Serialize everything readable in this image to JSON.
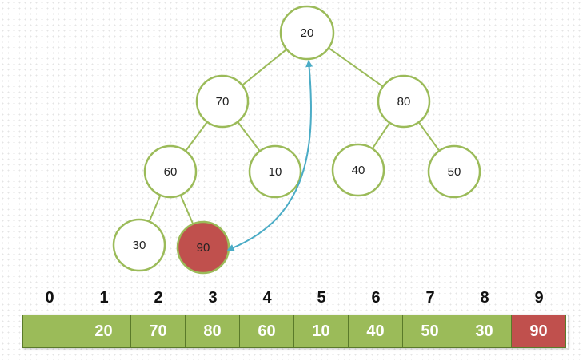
{
  "colors": {
    "node_border": "#9bbb59",
    "node_fill": "#ffffff",
    "highlight_fill": "#c0504d",
    "highlight_border": "#9bbb59",
    "edge": "#9bbb59",
    "arrow": "#4bacc6",
    "cell_fill": "#9bbb59",
    "cell_highlight": "#c0504d"
  },
  "tree": {
    "nodes": [
      {
        "id": "n20",
        "label": "20",
        "highlight": false
      },
      {
        "id": "n70",
        "label": "70",
        "highlight": false
      },
      {
        "id": "n80",
        "label": "80",
        "highlight": false
      },
      {
        "id": "n60",
        "label": "60",
        "highlight": false
      },
      {
        "id": "n10",
        "label": "10",
        "highlight": false
      },
      {
        "id": "n40",
        "label": "40",
        "highlight": false
      },
      {
        "id": "n50",
        "label": "50",
        "highlight": false
      },
      {
        "id": "n30",
        "label": "30",
        "highlight": false
      },
      {
        "id": "n90",
        "label": "90",
        "highlight": true
      }
    ],
    "edges": [
      [
        "n20",
        "n70"
      ],
      [
        "n20",
        "n80"
      ],
      [
        "n70",
        "n60"
      ],
      [
        "n70",
        "n10"
      ],
      [
        "n80",
        "n40"
      ],
      [
        "n80",
        "n50"
      ],
      [
        "n60",
        "n30"
      ],
      [
        "n60",
        "n90"
      ]
    ],
    "swap_arrow": [
      "n90",
      "n20"
    ]
  },
  "array": {
    "indices": [
      "0",
      "1",
      "2",
      "3",
      "4",
      "5",
      "6",
      "7",
      "8",
      "9"
    ],
    "cells": [
      {
        "value": "",
        "highlight": false
      },
      {
        "value": "20",
        "highlight": false
      },
      {
        "value": "70",
        "highlight": false
      },
      {
        "value": "80",
        "highlight": false
      },
      {
        "value": "60",
        "highlight": false
      },
      {
        "value": "10",
        "highlight": false
      },
      {
        "value": "40",
        "highlight": false
      },
      {
        "value": "50",
        "highlight": false
      },
      {
        "value": "30",
        "highlight": false
      },
      {
        "value": "90",
        "highlight": true
      }
    ]
  }
}
